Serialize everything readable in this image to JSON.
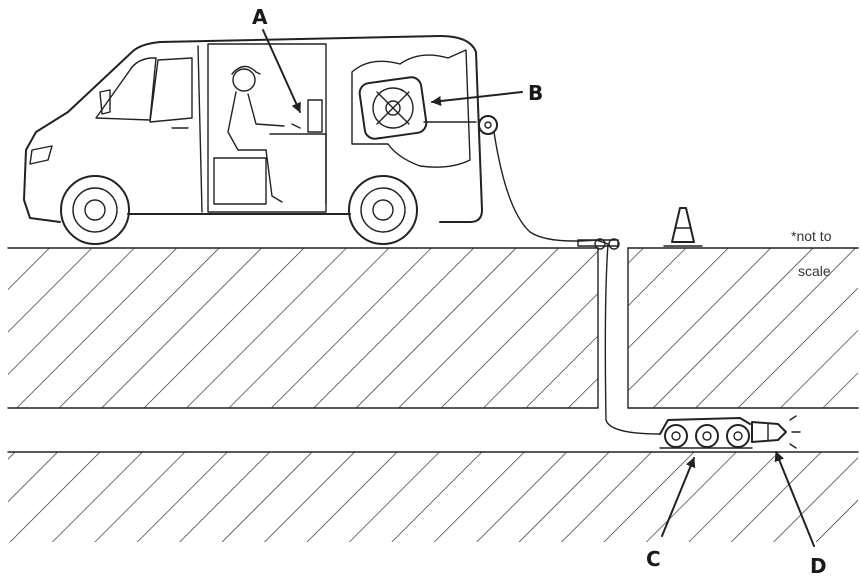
{
  "labels": {
    "a": "A",
    "b": "B",
    "c": "C",
    "d": "D"
  },
  "note": {
    "line1": "*not to",
    "line2": "scale"
  },
  "colors": {
    "ink": "#222222",
    "background": "#ffffff"
  }
}
